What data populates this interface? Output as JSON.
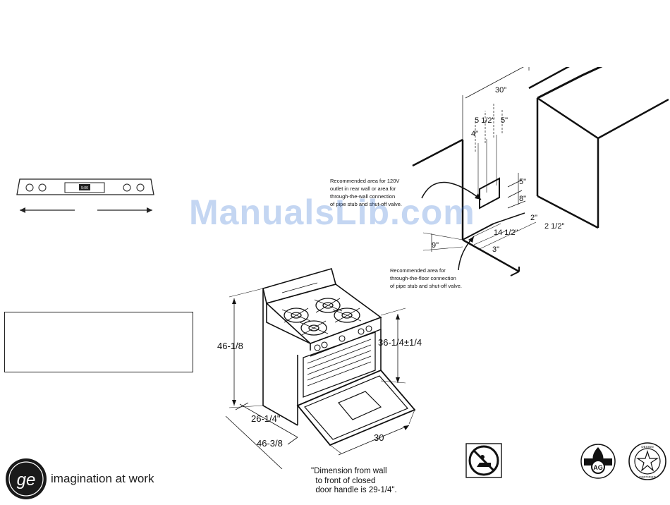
{
  "watermark": "ManualsLib.com",
  "control_panel": {
    "clock": "5:00"
  },
  "installation": {
    "width": "30\"",
    "d_5_half": "5 1/2\"",
    "d_5": "5\"",
    "d_4": "4\"",
    "d_5b": "5\"",
    "d_8": "8\"",
    "d_2": "2\"",
    "d_2_half": "2 1/2\"",
    "d_14_half": "14 1/2\"",
    "d_9": "9\"",
    "d_3": "3\"",
    "note_outlet_1": "Recommended area for 120V",
    "note_outlet_2": "outlet in rear wall or area for",
    "note_outlet_3": "through-the-wall connection",
    "note_outlet_4": "of pipe stub and shut-off valve.",
    "note_floor_1": "Recommended area for",
    "note_floor_2": "through-the-floor connection",
    "note_floor_3": "of pipe stub and shut-off valve."
  },
  "range_dims": {
    "height": "46-1/8",
    "cooktop_height": "36-1/4±1/4",
    "depth": "26-1/4\"",
    "depth_open": "46-3/8",
    "width": "30"
  },
  "footnote": "\"Dimension from wall\n  to front of closed\n  door handle is 29-1/4\".",
  "brand": {
    "logo_text": "GE",
    "tagline": "imagination at work"
  },
  "badges": {
    "design_certified_top": "DESIGN",
    "design_certified_bottom": "CERTIFIED"
  }
}
